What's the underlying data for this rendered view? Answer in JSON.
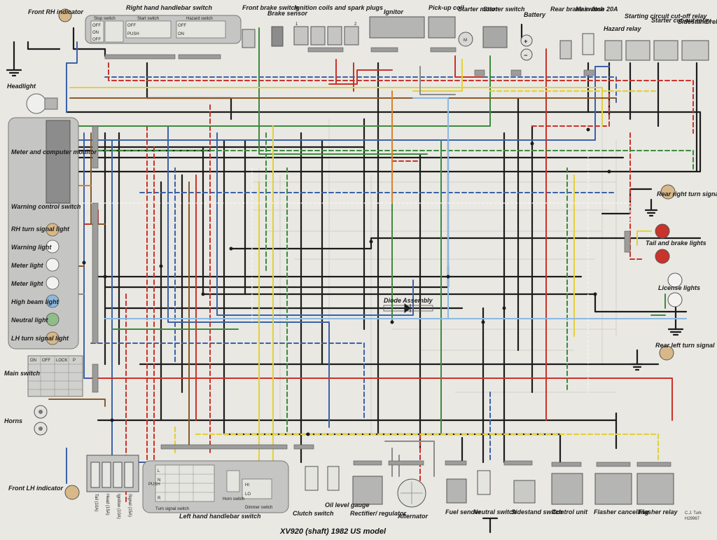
{
  "title": "XV920 (shaft) 1982 US model",
  "credit_lines": [
    "C.J. Turk",
    "H29967"
  ],
  "colors": {
    "background": "#e9e8e3",
    "black": "#1c1c1c",
    "red": "#c8332b",
    "blue": "#3b62a8",
    "green": "#3d8a3f",
    "yellow": "#e3d13a",
    "brown": "#8a5a2b",
    "orange": "#d9822b",
    "gray": "#8c8c8c",
    "light_blue": "#8cb8e0",
    "white_wire": "#f7f7f2",
    "panel": "#c5c5c3",
    "bulb": "#d8b888"
  },
  "components": {
    "front_rh_indicator": "Front RH indicator",
    "right_handlebar_switch": "Right hand handlebar switch",
    "stop_switch": "Stop switch",
    "start_switch": "Start switch",
    "hazard_switch": "Hazard switch",
    "front_brake_switch": "Front brake switch",
    "brake_sensor": "Brake sensor",
    "ignition_coils": "Ignition coils and spark plugs",
    "ignitor": "Ignitor",
    "pickup_coil": "Pick-up coil",
    "starter_motor": "Starter motor",
    "starter_switch": "Starter switch",
    "battery": "Battery",
    "rear_brake_switch": "Rear brake switch",
    "main_fuse": "Main fuse 20A",
    "hazard_relay": "Hazard relay",
    "starting_circuit_cutoff_relay": "Starting circuit cut-off relay",
    "starter_cutout_relay": "Starter cut-out relay",
    "sidestand_relay": "Sidestand relay",
    "headlight": "Headlight",
    "meter_computer_monitor": "Meter and computer monitor",
    "warning_control_switch": "Warning control switch",
    "rh_turn_signal_light": "RH turn signal light",
    "warning_light": "Warning light",
    "meter_light_1": "Meter light",
    "meter_light_2": "Meter light",
    "high_beam_light": "High beam light",
    "neutral_light": "Neutral light",
    "lh_turn_signal_light": "LH turn signal light",
    "main_switch": "Main switch",
    "horns": "Horns",
    "front_lh_indicator": "Front LH indicator",
    "rear_right_turn_signal": "Rear right turn signal",
    "tail_brake_lights": "Tail and brake lights",
    "license_lights": "License lights",
    "rear_left_turn_signal": "Rear left turn signal",
    "diode_assembly": "Diode Assembly",
    "left_handlebar_switch": "Left hand handlebar switch",
    "turn_signal_switch": "Turn signal switch",
    "horn_switch": "Horn switch",
    "dimmer_switch": "Dimmer switch",
    "clutch_switch": "Clutch switch",
    "oil_level_gauge": "Oil level gauge",
    "rectifier_regulator": "Rectifier/ regulator",
    "alternator": "Alternator",
    "fuel_sender": "Fuel sender",
    "neutral_switch": "Neutral switch",
    "sidestand_switch": "Sidestand switch",
    "control_unit": "Control unit",
    "flasher_cancelling": "Flasher cancelling",
    "flasher_relay": "Flasher relay"
  },
  "switch_positions": {
    "stop": [
      "OFF",
      "ON",
      "OFF"
    ],
    "start": [
      "OFF",
      "PUSH"
    ],
    "hazard": [
      "OFF",
      "ON"
    ],
    "main": [
      "ON",
      "OFF",
      "LOCK",
      "P"
    ],
    "turn": [
      "L",
      "N",
      "PUSH",
      "R"
    ],
    "dimmer": [
      "HI",
      "LO"
    ]
  },
  "fuses": [
    "Tail (10A)",
    "Head (15A)",
    "Ignition (10A)",
    "Signal (15A)"
  ],
  "misc_marks": {
    "battery_plus": "+",
    "battery_minus": "−",
    "motor_letter": "M",
    "coil_numbers": [
      "1",
      "2"
    ]
  }
}
